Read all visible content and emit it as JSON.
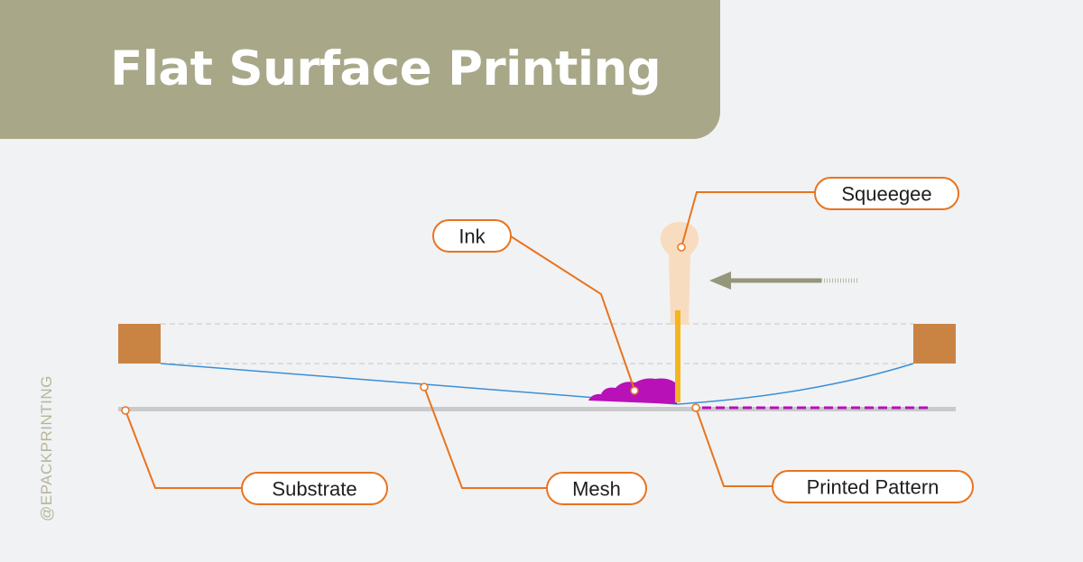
{
  "title": "Flat Surface Printing",
  "watermark": "@EPACKPRINTING",
  "labels": {
    "squeegee": "Squeegee",
    "ink": "Ink",
    "substrate": "Substrate",
    "mesh": "Mesh",
    "printed_pattern": "Printed Pattern"
  },
  "colors": {
    "banner": "#a8a889",
    "callout": "#e8741f",
    "frame": "#c98444",
    "mesh": "#3b8fd6",
    "ink": "#b711b7",
    "squeegee_blade": "#f3b61f",
    "squeegee_handle": "#f8dcbf",
    "arrow": "#96977a"
  }
}
